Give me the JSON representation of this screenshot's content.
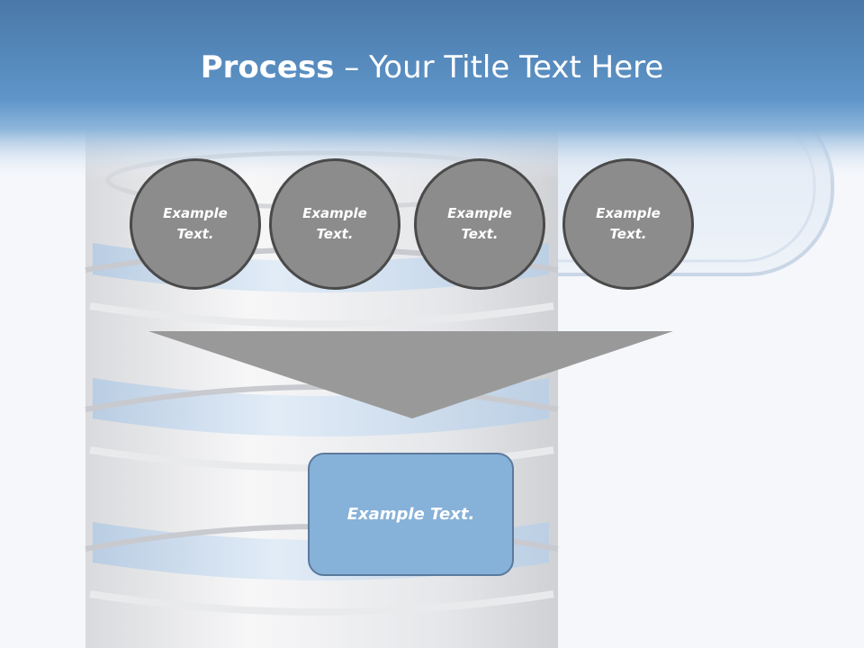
{
  "header": {
    "title_bold": "Process",
    "title_rest": " – Your Title Text Here"
  },
  "circles": [
    {
      "text": "Example Text."
    },
    {
      "text": "Example Text."
    },
    {
      "text": "Example Text."
    },
    {
      "text": "Example Text."
    }
  ],
  "box": {
    "text": "Example Text."
  },
  "colors": {
    "header_blue": "#5b8fc4",
    "circle_fill": "#8c8c8c",
    "circle_border": "#4a4a4a",
    "arrow_fill": "#999999",
    "box_fill": "#86b1d9",
    "box_border": "#5b7a9c"
  }
}
